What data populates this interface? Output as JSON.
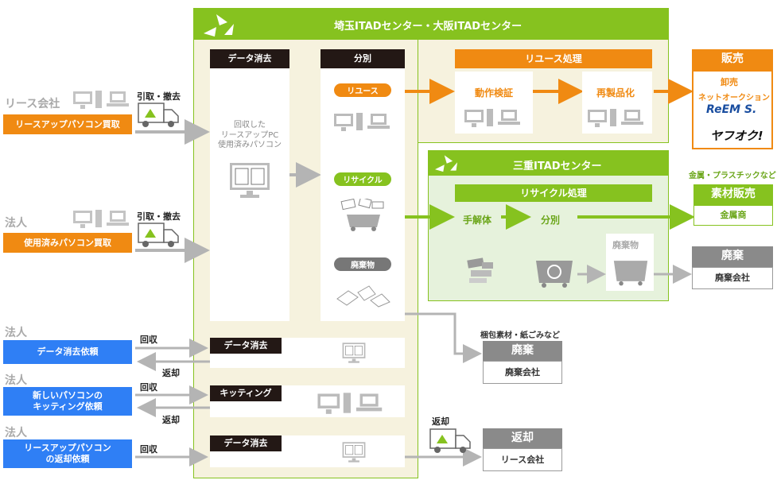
{
  "saitama": {
    "title": "埼玉ITADセンター・大阪ITADセンター"
  },
  "mie": {
    "title": "三重ITADセンター",
    "recycle_process": "リサイクル処理",
    "disassembly": "手解体",
    "sort": "分別",
    "waste": "廃棄物"
  },
  "left": {
    "lease_company": "リース会社",
    "lease_buy": "リースアップパソコン買取",
    "pickup1": "引取・撤去",
    "corp1": "法人",
    "used_buy": "使用済みパソコン買取",
    "pickup2": "引取・撤去",
    "corp2": "法人",
    "erase_request": "データ消去依頼",
    "corp3": "法人",
    "kitting_request": "新しいパソコンの\nキッティング依頼",
    "corp4": "法人",
    "return_request": "リースアップパソコン\nの返却依頼"
  },
  "arrows": {
    "collect": "回収",
    "return": "返却"
  },
  "center": {
    "data_erase": "データ消去",
    "received": "回収した\nリースアップPC\n使用済みパソコン",
    "sorting": "分別",
    "reuse": "リユース",
    "recycle": "リサイクル",
    "waste": "廃棄物",
    "data_erase2": "データ消去",
    "kitting": "キッティング",
    "data_erase3": "データ消去"
  },
  "reuse_process": {
    "title": "リユース処理",
    "verify": "動作検証",
    "refurb": "再製品化"
  },
  "sales": {
    "title": "販売",
    "wholesale": "卸売",
    "auction": "ネットオークション",
    "reems": "ReEM S.",
    "yafuoku": "ヤフオク!"
  },
  "materials": {
    "caption": "金属・プラスチックなど",
    "title": "素材販売",
    "body": "金属商"
  },
  "disposal1": {
    "title": "廃棄",
    "body": "廃棄会社"
  },
  "disposal2": {
    "caption": "梱包素材・紙ごみなど",
    "title": "廃棄",
    "body": "廃棄会社"
  },
  "return_box": {
    "label": "返却",
    "title": "返却",
    "body": "リース会社"
  },
  "colors": {
    "orange": "#f08a12",
    "green": "#86c21f",
    "blue": "#2f7ff5",
    "gray": "#a9a9a9",
    "dark": "#231815",
    "cream": "#f6f2de",
    "mint": "#e6f2dc"
  }
}
